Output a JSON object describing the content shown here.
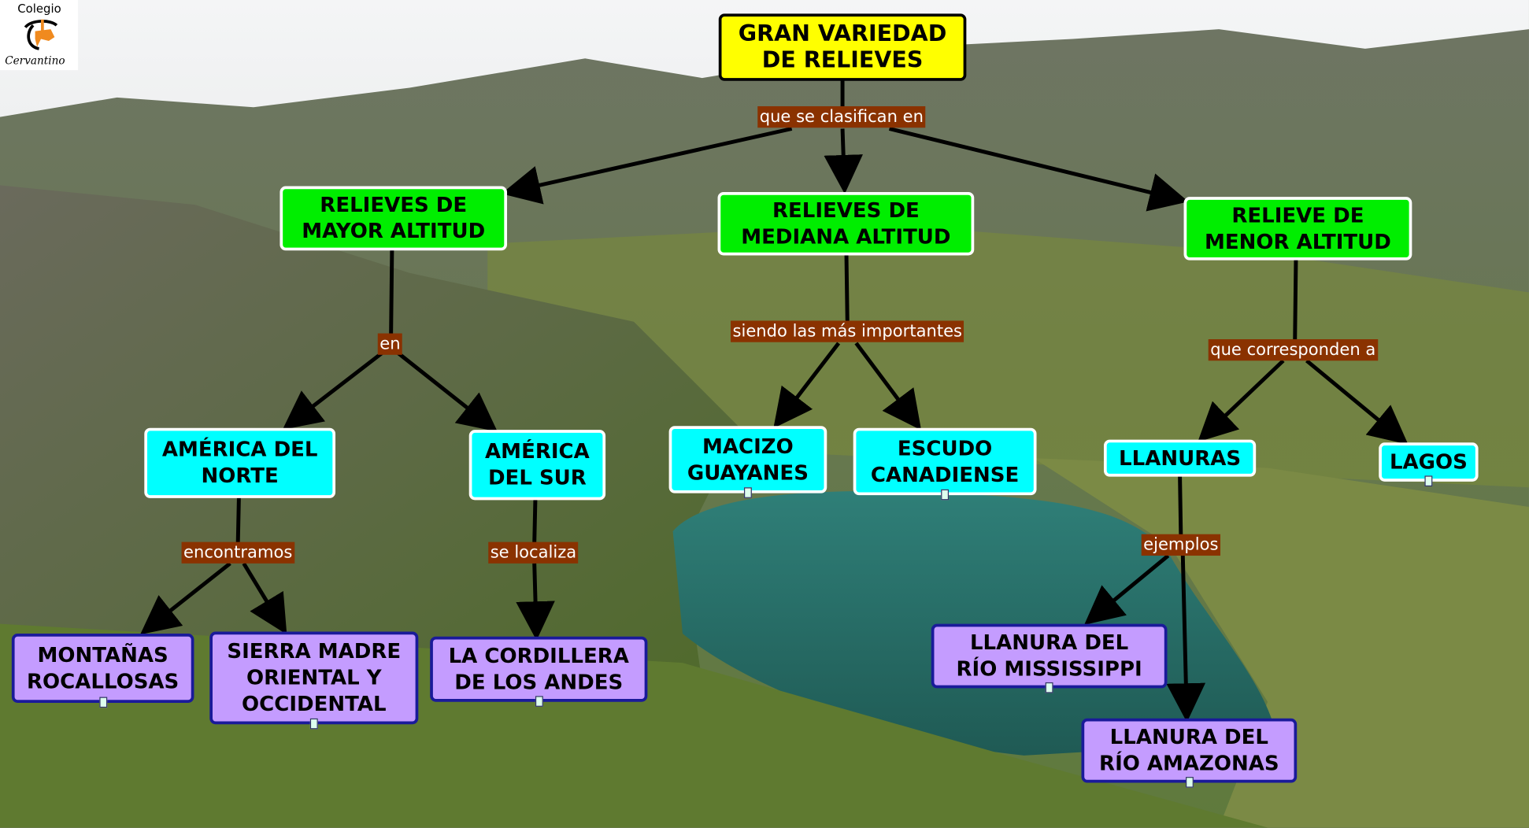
{
  "logo": {
    "line1": "Colegio",
    "line2": "Cervantino"
  },
  "root": {
    "label": "GRAN VARIEDAD\nDE RELIEVES"
  },
  "categories": [
    {
      "label": "RELIEVES DE\nMAYOR ALTITUD"
    },
    {
      "label": "RELIEVES DE\nMEDIANA ALTITUD"
    },
    {
      "label": "RELIEVE DE\nMENOR ALTITUD"
    }
  ],
  "regions": [
    {
      "label": "AMÉRICA DEL\nNORTE"
    },
    {
      "label": "AMÉRICA\nDEL SUR"
    },
    {
      "label": "MACIZO\nGUAYANES"
    },
    {
      "label": "ESCUDO\nCANADIENSE"
    },
    {
      "label": "LLANURAS"
    },
    {
      "label": "LAGOS"
    }
  ],
  "examples": [
    {
      "label": "MONTAÑAS\nROCALLOSAS"
    },
    {
      "label": "SIERRA MADRE\nORIENTAL Y\nOCCIDENTAL"
    },
    {
      "label": "LA CORDILLERA\nDE LOS ANDES"
    },
    {
      "label": "LLANURA DEL\nRÍO MISSISSIPPI"
    },
    {
      "label": "LLANURA DEL\nRÍO AMAZONAS"
    }
  ],
  "link_labels": {
    "clasifican": "que se clasifican en",
    "en": "en",
    "importantes": "siendo las más importantes",
    "corresponden": "que corresponden a",
    "encontramos": "encontramos",
    "localiza": "se localiza",
    "ejemplos": "ejemplos"
  },
  "colors": {
    "root": "#ffff00",
    "category": "#00ee00",
    "region": "#00ffff",
    "example": "#c49cff",
    "link_label": "#8a3200"
  }
}
